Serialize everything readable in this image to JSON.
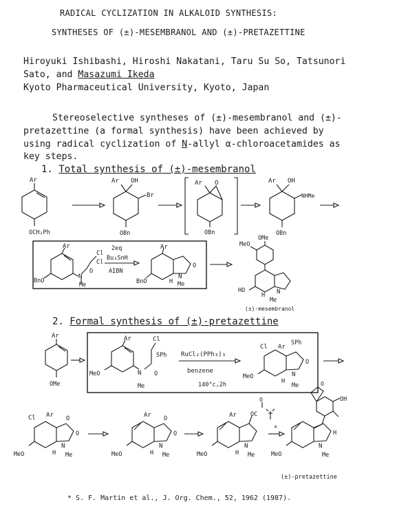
{
  "title": {
    "line1": "RADICAL CYCLIZATION IN ALKALOID SYNTHESIS:",
    "line2": "SYNTHESES OF (±)-MESEMBRANOL AND (±)-PRETAZETTINE"
  },
  "authors": {
    "line1": "Hiroyuki Ishibashi, Hiroshi Nakatani, Taru Su So, Tatsunori",
    "line2_prefix": "Sato, and ",
    "line2_underlined": "Masazumi Ikeda",
    "affiliation": "Kyoto Pharmaceutical University, Kyoto, Japan"
  },
  "abstract": {
    "line1": "Stereoselective syntheses of (±)-mesembranol and (±)-",
    "line2": "pretazettine (a formal synthesis) have been achieved by",
    "line3_prefix": "using radical cyclization of ",
    "line3_n": "N",
    "line3_suffix": "-allyl α-chloroacetamides as",
    "line4": "key steps."
  },
  "section1": {
    "number": "1. ",
    "title": "Total synthesis of (±)-mesembranol"
  },
  "section2": {
    "number": "2. ",
    "title": "Formal synthesis of (±)-pretazettine"
  },
  "scheme1": {
    "sm_ar": "Ar",
    "sm_sub": "OCH₂Ph",
    "c2_ar": "Ar",
    "c2_oh": "OH",
    "c2_br": "Br",
    "c2_obn": "OBn",
    "c3_ar": "Ar",
    "c3_o": "O",
    "c3_obn": "OBn",
    "c4_ar": "Ar",
    "c4_oh": "OH",
    "c4_nhme": "NHMe",
    "c4_obn": "OBn",
    "r1_ar": "Ar",
    "r1_cl1": "Cl",
    "r1_cl2": "Cl",
    "r1_bno": "BnO",
    "r1_n": "N",
    "r1_me": "Me",
    "r1_o": "O",
    "reag1": "2eq",
    "reag2": "Bu₃SnH",
    "reag3": "AIBN",
    "r2_ar": "Ar",
    "r2_bno": "BnO",
    "r2_h": "H",
    "r2_n": "N",
    "r2_me": "Me",
    "r2_o": "O",
    "meso_meo1": "MeO",
    "meso_ome": "OMe",
    "meso_ho": "HO",
    "meso_h": "H",
    "meso_n": "N",
    "meso_me": "Me",
    "meso_label": "(±)-mesembranol"
  },
  "scheme2": {
    "sm_ar": "Ar",
    "sm_ome": "OMe",
    "b1_ar": "Ar",
    "b1_cl": "Cl",
    "b1_sph": "SPh",
    "b1_meo": "MeO",
    "b1_n": "N",
    "b1_o": "O",
    "b1_me": "Me",
    "reag1": "RuCl₂(PPh₃)₃",
    "reag2": "benzene",
    "reag3": "140°c,2h",
    "b2_cl": "Cl",
    "b2_ar": "Ar",
    "b2_sph": "SPh",
    "b2_meo": "MeO",
    "b2_h": "H",
    "b2_n": "N",
    "b2_me": "Me",
    "b2_o": "O",
    "d1_cl": "Cl",
    "d1_ar": "Ar",
    "d1_o1": "O",
    "d1_o2": "O",
    "d1_meo": "MeO",
    "d1_h": "H",
    "d1_n": "N",
    "d1_me": "Me",
    "d2_ar": "Ar",
    "d2_o1": "O",
    "d2_o2": "O",
    "d2_meo": "MeO",
    "d2_h": "H",
    "d2_n": "N",
    "d2_me": "Me",
    "d3_ar": "Ar",
    "d3_o": "O",
    "d3_ester": "OC",
    "d3_eo": "O",
    "d3_meo": "MeO",
    "d3_h": "H",
    "d3_n": "N",
    "d3_me": "Me",
    "star": "*",
    "pz_oh": "OH",
    "pz_o": "O",
    "pz_h": "H",
    "pz_meo": "MeO",
    "pz_n": "N",
    "pz_me": "Me",
    "pz_label": "(±)-pretazettine"
  },
  "footnote": "* S. F. Martin et al., J. Org. Chem., 52, 1962 (1987)."
}
